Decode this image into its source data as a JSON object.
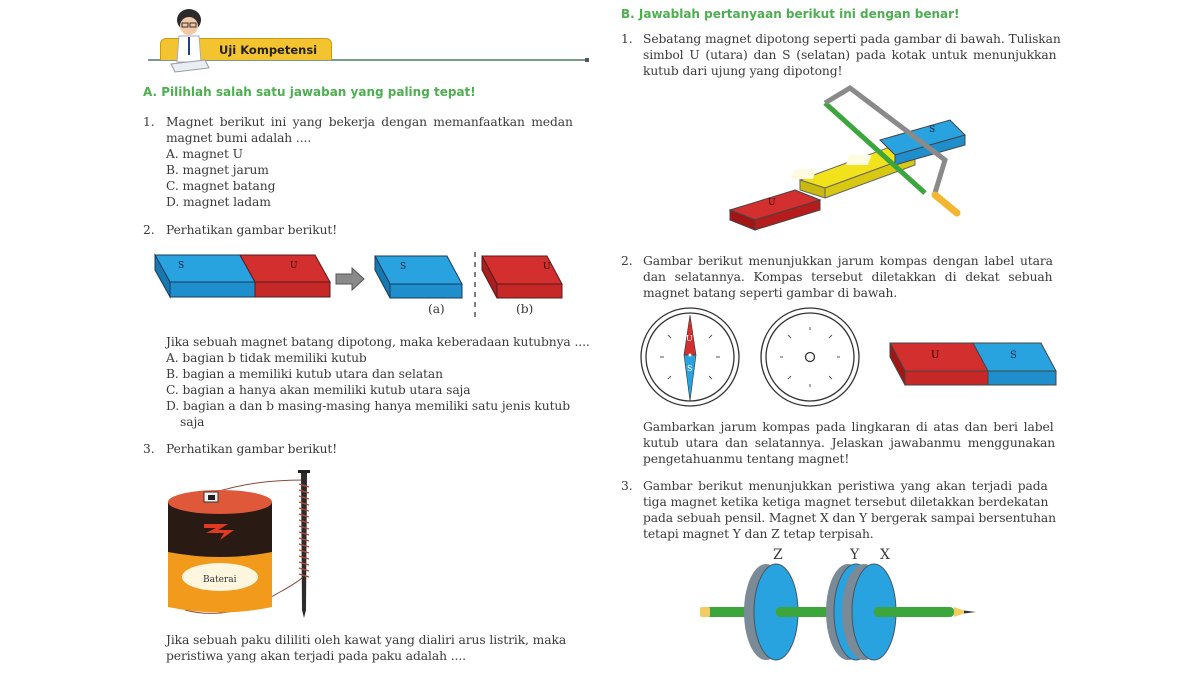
{
  "header": {
    "tab_label": "Uji Kompetensi",
    "mascot_icon": "student-reading-icon",
    "rule_color": "#7a9a8a",
    "tab_color": "#f4c430"
  },
  "section_a": {
    "title": "A. Pilihlah salah satu jawaban yang paling tepat!",
    "questions": [
      {
        "number": "1.",
        "text_line1": "Magnet berikut ini yang bekerja dengan memanfaatkan medan",
        "text_line2": "magnet bumi adalah ....",
        "options": [
          "A. magnet U",
          "B. magnet jarum",
          "C. magnet batang",
          "D. magnet ladam"
        ]
      },
      {
        "number": "2.",
        "text": "Perhatikan gambar berikut!",
        "figure": {
          "whole_magnet": {
            "left_label": "S",
            "right_label": "U"
          },
          "piece_a": {
            "label": "S",
            "caption": "(a)"
          },
          "piece_b": {
            "label": "U",
            "caption": "(b)"
          }
        },
        "stem": "Jika sebuah magnet batang dipotong, maka keberadaan kutubnya ....",
        "options": [
          "A. bagian b tidak memiliki kutub",
          "B. bagian a memiliki kutub utara dan selatan",
          "C. bagian a hanya akan memiliki kutub utara saja",
          "D. bagian a dan b masing-masing hanya memiliki satu jenis kutub"
        ],
        "option_d_cont": "saja"
      },
      {
        "number": "3.",
        "text": "Perhatikan gambar berikut!",
        "figure": {
          "battery_label": "Baterai"
        },
        "stem_line1": "Jika sebuah paku dililiti oleh kawat yang dialiri arus listrik, maka",
        "stem_line2": "peristiwa yang akan terjadi pada paku adalah ...."
      }
    ]
  },
  "section_b": {
    "title": "B. Jawablah pertanyaan berikut ini dengan benar!",
    "questions": [
      {
        "number": "1.",
        "lines": [
          "Sebatang magnet dipotong seperti pada gambar di bawah. Tuliskan",
          "simbol U (utara) dan S (selatan) pada kotak untuk menunjukkan",
          "kutub dari ujung yang dipotong!"
        ],
        "figure": {
          "red_label": "U",
          "blue_label": "S"
        }
      },
      {
        "number": "2.",
        "lines": [
          "Gambar berikut menunjukkan jarum kompas dengan label utara",
          "dan selatannya. Kompas tersebut diletakkan di dekat sebuah",
          "magnet batang seperti gambar di bawah."
        ],
        "figure": {
          "needle_north": "U",
          "needle_south": "S",
          "magnet_left": "U",
          "magnet_right": "S"
        },
        "follow_up": [
          "Gambarkan jarum kompas pada lingkaran di atas dan beri label",
          "kutub utara dan selatannya. Jelaskan jawabanmu menggunakan",
          "pengetahuanmu tentang magnet!"
        ]
      },
      {
        "number": "3.",
        "lines": [
          "Gambar berikut menunjukkan peristiwa yang akan terjadi pada",
          "tiga magnet ketika ketiga magnet tersebut diletakkan berdekatan",
          "pada sebuah pensil. Magnet X dan Y bergerak sampai bersentuhan",
          "tetapi magnet Y dan Z tetap terpisah."
        ],
        "figure": {
          "labels": [
            "Z",
            "Y",
            "X"
          ]
        }
      }
    ]
  },
  "colors": {
    "heading_green": "#4caf50",
    "magnet_red": "#d32f2f",
    "magnet_blue": "#29a3e0",
    "saw_green": "#3ca63c"
  }
}
